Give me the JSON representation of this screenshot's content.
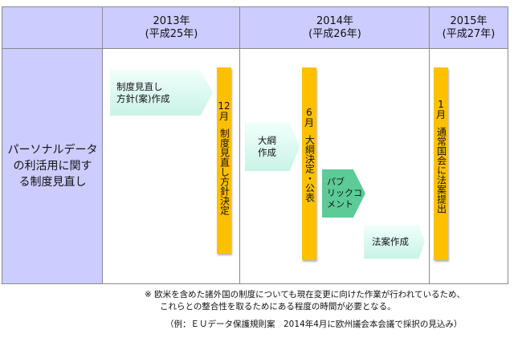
{
  "header": {
    "columns": [
      {
        "year": "2013年",
        "era": "(平成25年)"
      },
      {
        "year": "2014年",
        "era": "(平成26年)"
      },
      {
        "year": "2015年",
        "era": "(平成27年)"
      }
    ]
  },
  "row": {
    "label_lines": [
      "パーソナルデータ",
      "の利活用に関す",
      "る制度見直し"
    ]
  },
  "steps": [
    {
      "id": "policy-draft",
      "lines": [
        "制度見直し",
        "方針(案)作成"
      ]
    },
    {
      "id": "outline-draft",
      "lines": [
        "大綱",
        "作成"
      ]
    },
    {
      "id": "public-comment",
      "lines": [
        "パブ",
        "リックコ",
        "メント"
      ]
    },
    {
      "id": "bill-draft",
      "lines": [
        "法案作成"
      ]
    }
  ],
  "milestones": [
    {
      "id": "dec-2013",
      "month": "12",
      "month_unit": "月",
      "text": "制度見直し方針決定"
    },
    {
      "id": "jun-2014",
      "month": "6",
      "month_unit": "月",
      "text": "大綱決定・公表"
    },
    {
      "id": "jan-2015",
      "month": "1",
      "month_unit": "月",
      "text": "通常国会に法案提出"
    }
  ],
  "notes": {
    "line1": "※ 欧米を含めた諸外国の制度についても現在変更に向けた作業が行われているため、",
    "line2": "これらとの整合性を取るためにある程度の時間が必要となる。",
    "line3": "（例：ＥＵデータ保護規則案　2014年4月に欧州議会本会議で採択の見込み）"
  },
  "colors": {
    "header_bg": "#ccccff",
    "milestone_bar": "#ffc000",
    "step_light": "#c9f3e6",
    "step_dark": "#5ccb98"
  }
}
